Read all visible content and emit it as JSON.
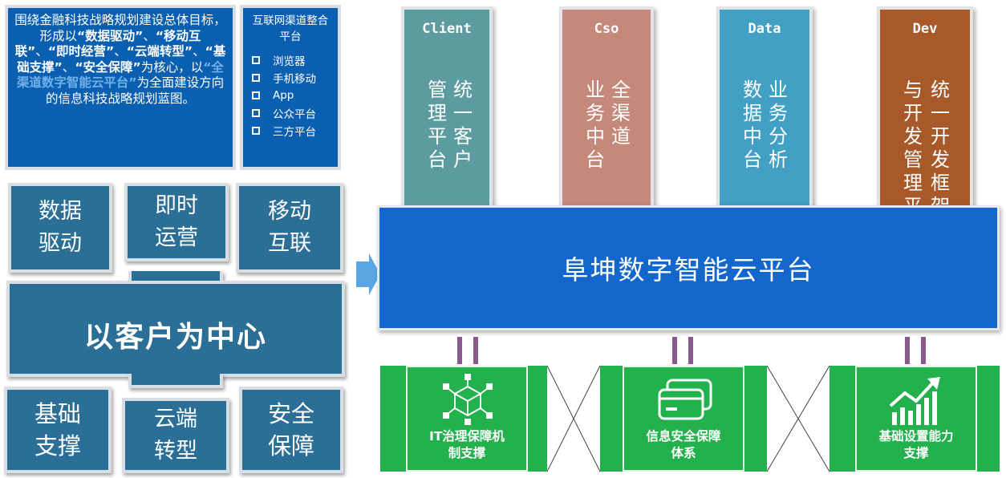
{
  "intro": {
    "p1": "围绕金融科技战略规划建设总体目标，形成以",
    "k1": "“数据驱动”",
    "s1": "、",
    "k2": "“移动互联”",
    "s2": "、",
    "k3": "“即时经营”",
    "s3": "、",
    "k4": "“云端转型”",
    "s4": "、",
    "k5": "“基础支撑”",
    "s5": "、",
    "k6": "“安全保障”",
    "p2": "为核心，以",
    "h1": "“全渠道数字智能云平台”",
    "p3": "为全面建设方向的信息科技战略规划蓝图。"
  },
  "channels": {
    "title": "互联网渠道整合平台",
    "items": [
      "浏览器",
      "手机移动",
      "App",
      "公众平台",
      "三方平台"
    ]
  },
  "tiles": {
    "t1": [
      "数据",
      "驱动"
    ],
    "t2": [
      "即时",
      "运营"
    ],
    "t3": [
      "移动",
      "互联"
    ],
    "center": "以客户为中心",
    "b1": [
      "基础",
      "支撑"
    ],
    "b2": [
      "云端",
      "转型"
    ],
    "b3": [
      "安全",
      "保障"
    ]
  },
  "columns": [
    {
      "header": "Client",
      "col_a": "统一客户",
      "col_b": "管理平台",
      "color": "#5c9ca0"
    },
    {
      "header": "Cso",
      "col_a": "全渠道",
      "col_b": "业务中台",
      "color": "#c4897b"
    },
    {
      "header": "Data",
      "col_a": "业务分析",
      "col_b": "数据中台",
      "color": "#42a0c4"
    },
    {
      "header": "Dev",
      "col_a": "统一开发框架",
      "col_b": "与开发管理平台",
      "color": "#a8592a"
    }
  ],
  "platform": {
    "title": "阜坤数字智能云平台"
  },
  "support": [
    {
      "caption": [
        "IT治理保障机",
        "制支撑"
      ],
      "icon": "network-cube-icon"
    },
    {
      "caption": [
        "信息安全保障",
        "体系"
      ],
      "icon": "credit-card-icon"
    },
    {
      "caption": [
        "基础设置能力",
        "支撑"
      ],
      "icon": "growth-chart-icon"
    }
  ],
  "colors": {
    "panel_blue": "#0b5fb0",
    "tile_blue": "#2b6e96",
    "platform_blue": "#1266cc",
    "green": "#22b14c",
    "connector": "#8a5a8e"
  }
}
